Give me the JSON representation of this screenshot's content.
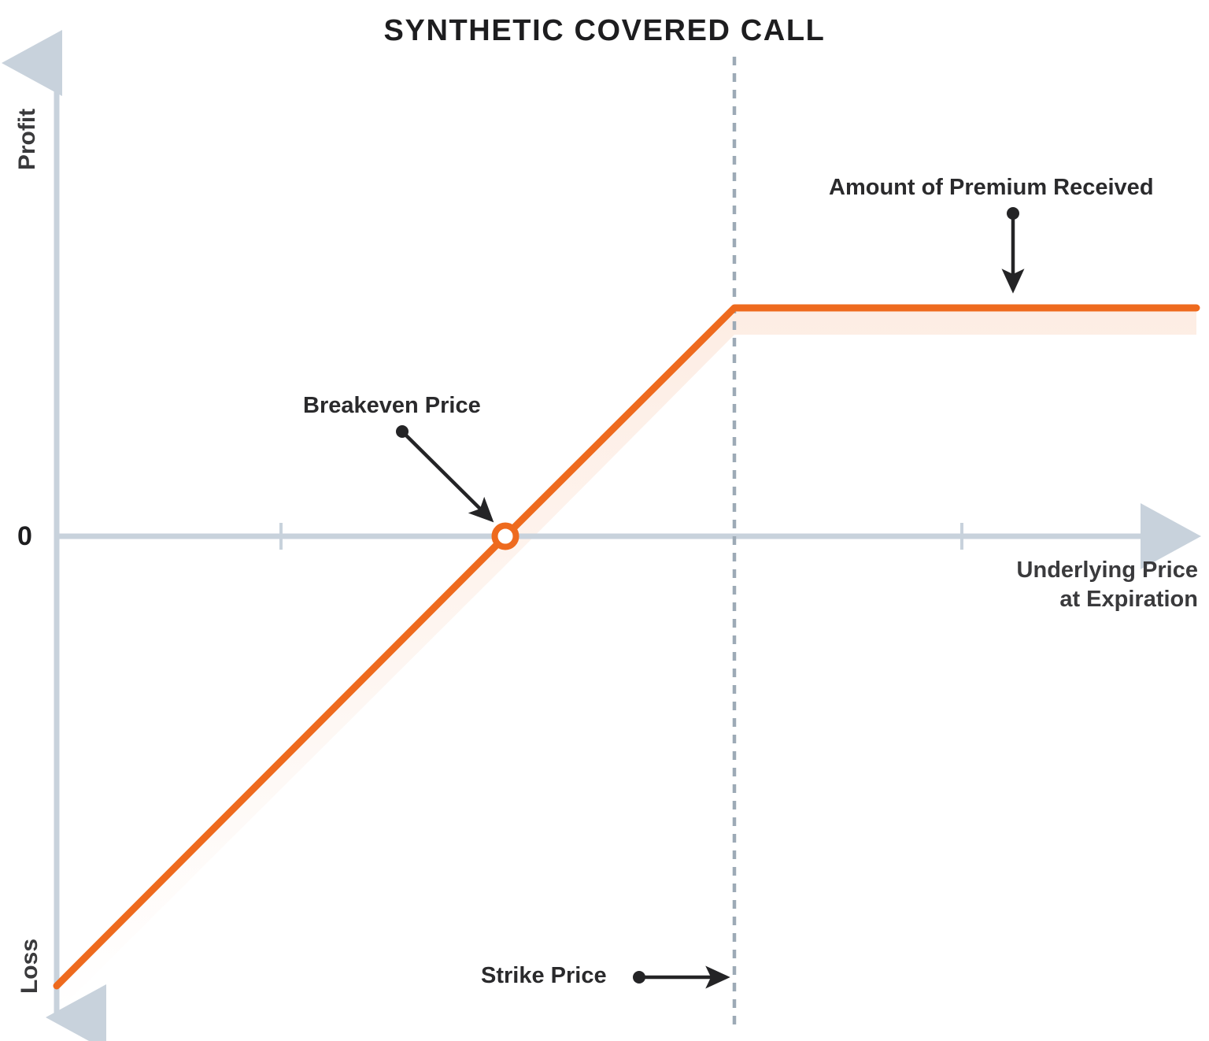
{
  "chart_data": {
    "type": "line",
    "title": "SYNTHETIC COVERED CALL",
    "xlabel": "Underlying Price at Expiration",
    "ylabel": "Profit / Loss",
    "grid": false,
    "legend": null,
    "axis_tick_labels": {
      "y": [
        "Profit",
        "0",
        "Loss"
      ],
      "x": []
    },
    "series": [
      {
        "name": "Synthetic covered call payoff at expiration",
        "color": "#ee6a1e",
        "points": [
          {
            "x": 0.0,
            "y": -1.0,
            "note": "maximum loss at far left of underlying price range"
          },
          {
            "x": 0.394,
            "y": 0.0,
            "note": "breakeven price, payoff crosses zero"
          },
          {
            "x": 0.595,
            "y": 0.352,
            "note": "strike price, payoff caps at maximum profit"
          },
          {
            "x": 1.0,
            "y": 0.352,
            "note": "flat maximum profit above strike"
          }
        ]
      }
    ],
    "markers": [
      {
        "name": "breakeven-marker",
        "x": 0.394,
        "y": 0.0,
        "style": "open-circle",
        "color": "#ee6a1e"
      }
    ],
    "reference_lines": [
      {
        "name": "strike-price-line",
        "orientation": "vertical",
        "x": 0.595,
        "style": "dashed",
        "color": "#9daab6"
      },
      {
        "name": "zero-profit-line",
        "orientation": "horizontal",
        "y": 0.0,
        "style": "solid",
        "color": "#c8d2dc"
      }
    ],
    "annotations": [
      {
        "name": "premium-annotation",
        "text": "Amount of Premium Received",
        "points_to": "max-profit-plateau",
        "arrow": "down"
      },
      {
        "name": "breakeven-annotation",
        "text": "Breakeven Price",
        "points_to": "breakeven-marker",
        "arrow": "down-right"
      },
      {
        "name": "strike-annotation",
        "text": "Strike Price",
        "points_to": "strike-price-line",
        "arrow": "right"
      }
    ]
  },
  "title": "SYNTHETIC COVERED CALL",
  "axes": {
    "y_top_label": "Profit",
    "y_zero_label": "0",
    "y_bottom_label": "Loss",
    "x_label_line1": "Underlying Price",
    "x_label_line2": "at Expiration"
  },
  "annotations": {
    "premium": "Amount of Premium Received",
    "breakeven": "Breakeven Price",
    "strike": "Strike Price"
  },
  "colors": {
    "payoff_line": "#ee6a1e",
    "axis": "#c8d2dc",
    "dashed_reference": "#9daab6",
    "text": "#2a2a2c",
    "background": "#ffffff"
  }
}
